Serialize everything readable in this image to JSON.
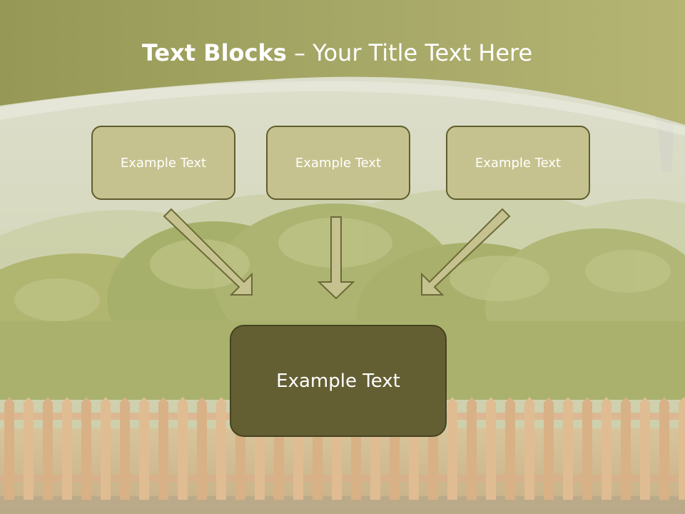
{
  "slide": {
    "title_bold": "Text Blocks",
    "title_separator": " – ",
    "title_rest": "Your Title Text Here",
    "top_boxes": [
      {
        "label": "Example Text"
      },
      {
        "label": "Example Text"
      },
      {
        "label": "Example Text"
      }
    ],
    "main_box": {
      "label": "Example Text"
    }
  },
  "colors": {
    "header_band": "#9a9b5e",
    "box_fill": "#c6c28f",
    "box_border": "#5f5d2e",
    "arrow_fill": "#c6c28f",
    "main_box_fill": "#645f33"
  }
}
